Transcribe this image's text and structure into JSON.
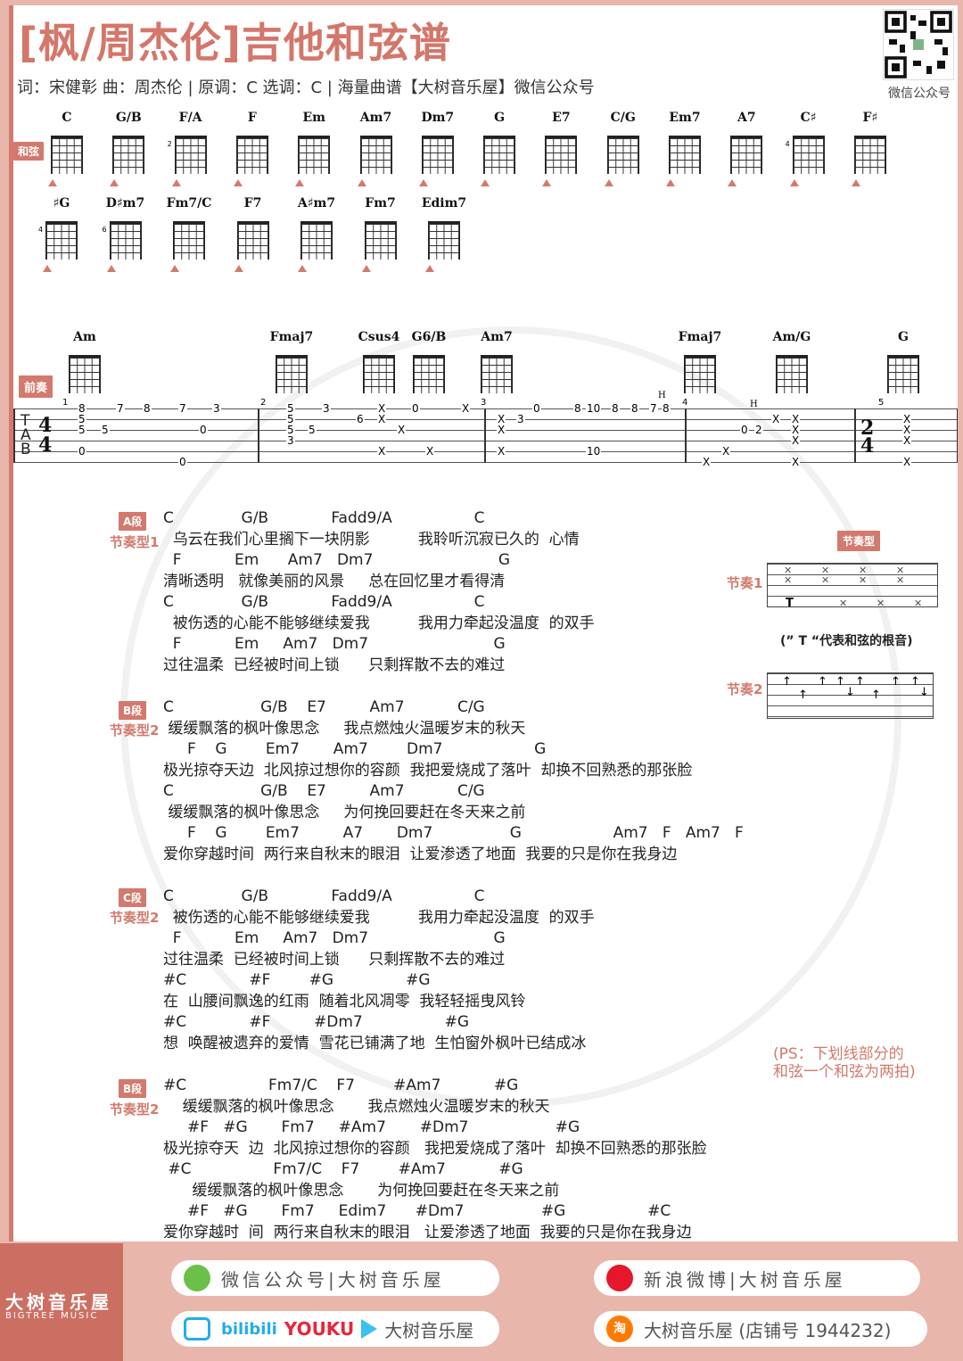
{
  "header": {
    "title": "[枫/周杰伦]吉他和弦谱",
    "credits": "词：宋健彰  曲：周杰伦  |  原调：C  选调：C | 海量曲谱【大树音乐屋】微信公众号",
    "qr_label": "微信公众号"
  },
  "chords_section": {
    "tag": "和弦",
    "row1": [
      "C",
      "G/B",
      "F/A",
      "F",
      "Em",
      "Am7",
      "Dm7",
      "G",
      "E7",
      "C/G",
      "Em7",
      "A7",
      "C♯",
      "F♯"
    ],
    "row2": [
      "♯G",
      "D♯m7",
      "Fm7/C",
      "F7",
      "A♯m7",
      "Fm7",
      "Edim7"
    ],
    "fret_markers": {
      "F/A": "2",
      "C♯": "4",
      "♯G": "4",
      "D♯m7": "6"
    }
  },
  "intro": {
    "tag": "前奏",
    "chords": [
      "Am",
      "Fmaj7",
      "Csus4",
      "G6/B",
      "Am7",
      "Fmaj7",
      "Am/G",
      "G"
    ],
    "time_signature_1": "4/4",
    "time_signature_2": "2/4",
    "measure_numbers": [
      "1",
      "2",
      "3",
      "4",
      "5"
    ],
    "tab_letters": [
      "T",
      "A",
      "B"
    ],
    "techniques": [
      "H",
      "H"
    ],
    "measure1_notes": [
      "8",
      "5",
      "5",
      "0",
      "5",
      "7",
      "8",
      "7",
      "0",
      "0",
      "3"
    ],
    "measure2_notes": [
      "5",
      "5",
      "5",
      "3",
      "5",
      "3",
      "6",
      "X",
      "X",
      "X",
      "X",
      "0",
      "X",
      "X",
      "X"
    ],
    "measure3_notes": [
      "X",
      "X",
      "X",
      "3",
      "0",
      "8",
      "10",
      "10",
      "8",
      "8",
      "7",
      "8"
    ],
    "measure4_notes": [
      "X",
      "X",
      "0",
      "2",
      "X",
      "X",
      "X",
      "X",
      "X"
    ],
    "measure5_notes": [
      "X",
      "X",
      "X",
      "X"
    ]
  },
  "section_a": {
    "tag": "A段",
    "rhythm": "节奏型1",
    "lines": [
      {
        "chords": "C              G/B             Fadd9/A                 C",
        "lyric": "  乌云在我们心里搁下一块阴影          我聆听沉寂已久的  心情"
      },
      {
        "chords": "  F           Em      Am7   Dm7                          G",
        "lyric": "清晰透明   就像美丽的风景     总在回忆里才看得清"
      },
      {
        "chords": "C              G/B             Fadd9/A                 C",
        "lyric": "  被伤透的心能不能够继续爱我          我用力牵起没温度  的双手"
      },
      {
        "chords": "  F           Em     Am7   Dm7                          G",
        "lyric": "过往温柔  已经被时间上锁      只剩挥散不去的难过"
      }
    ]
  },
  "rhythm_patterns": {
    "tag": "节奏型",
    "pattern1_label": "节奏1",
    "pattern1_note": "(” T “代表和弦的根音)",
    "pattern1_root": "T",
    "pattern2_label": "节奏2"
  },
  "section_b1": {
    "tag": "B段",
    "rhythm": "节奏型2",
    "lines": [
      {
        "chords": "C                  G/B    E7         Am7           C/G",
        "lyric": " 缓缓飘落的枫叶像思念     我点燃烛火温暖岁末的秋天"
      },
      {
        "chords": "     F    G        Em7       Am7        Dm7                   G",
        "lyric": "极光掠夺天边  北风掠过想你的容颜  我把爱烧成了落叶  却换不回熟悉的那张脸"
      },
      {
        "chords": "C                  G/B    E7         Am7           C/G",
        "lyric": " 缓缓飘落的枫叶像思念     为何挽回要赶在冬天来之前"
      },
      {
        "chords": "     F    G        Em7         A7       Dm7                G                   Am7   F   Am7   F",
        "lyric": "爱你穿越时间  两行来自秋末的眼泪  让爱渗透了地面  我要的只是你在我身边"
      }
    ]
  },
  "section_c": {
    "tag": "C段",
    "rhythm": "节奏型2",
    "lines": [
      {
        "chords": "C              G/B             Fadd9/A                 C",
        "lyric": "  被伤透的心能不能够继续爱我          我用力牵起没温度  的双手"
      },
      {
        "chords": "  F           Em     Am7   Dm7                          G",
        "lyric": "过往温柔  已经被时间上锁      只剩挥散不去的难过"
      },
      {
        "chords": "#C             #F        #G               #G",
        "lyric": "在  山腰间飘逸的红雨  随着北风凋零  我轻轻摇曳风铃"
      },
      {
        "chords": "#C             #F         #Dm7                 #G",
        "lyric": "想  唤醒被遗弃的爱情  雪花已铺满了地  生怕窗外枫叶已结成冰"
      }
    ]
  },
  "ps_note": "(PS：下划线部分的\n和弦一个和弦为两拍)",
  "section_b2": {
    "tag": "B段",
    "rhythm": "节奏型2",
    "lines": [
      {
        "chords": "#C                 Fm7/C    F7        #Am7           #G",
        "lyric": "    缓缓飘落的枫叶像思念       我点燃烛火温暖岁末的秋天"
      },
      {
        "chords": "     #F   #G       Fm7     #Am7       #Dm7                  #G",
        "lyric": "极光掠夺天  边  北风掠过想你的容颜   我把爱烧成了落叶  却换不回熟悉的那张脸"
      },
      {
        "chords": " #C                 Fm7/C    F7        #Am7           #G",
        "lyric": "      缓缓飘落的枫叶像思念       为何挽回要赶在冬天来之前"
      },
      {
        "chords": "     #F   #G       Fm7     Edim7      #Dm7                #G                 #C",
        "lyric": "爱你穿越时  间  两行来自秋末的眼泪   让爱渗透了地面  我要的只是你在我身边"
      }
    ]
  },
  "footer": {
    "brand_cn": "大树音乐屋",
    "brand_en": "BIGTREE MUSIC",
    "wechat": "微信公众号|大树音乐屋",
    "video": "大树音乐屋",
    "bilibili": "bilibili",
    "youku": "YOUKU",
    "weibo": "新浪微博|大树音乐屋",
    "taobao": "大树音乐屋 (店铺号 1944232)",
    "taobao_icon": "淘"
  },
  "colors": {
    "accent": "#d27a6d",
    "footer_bg": "#e8b6ab",
    "footer_brand_bg": "#cc6f63"
  }
}
